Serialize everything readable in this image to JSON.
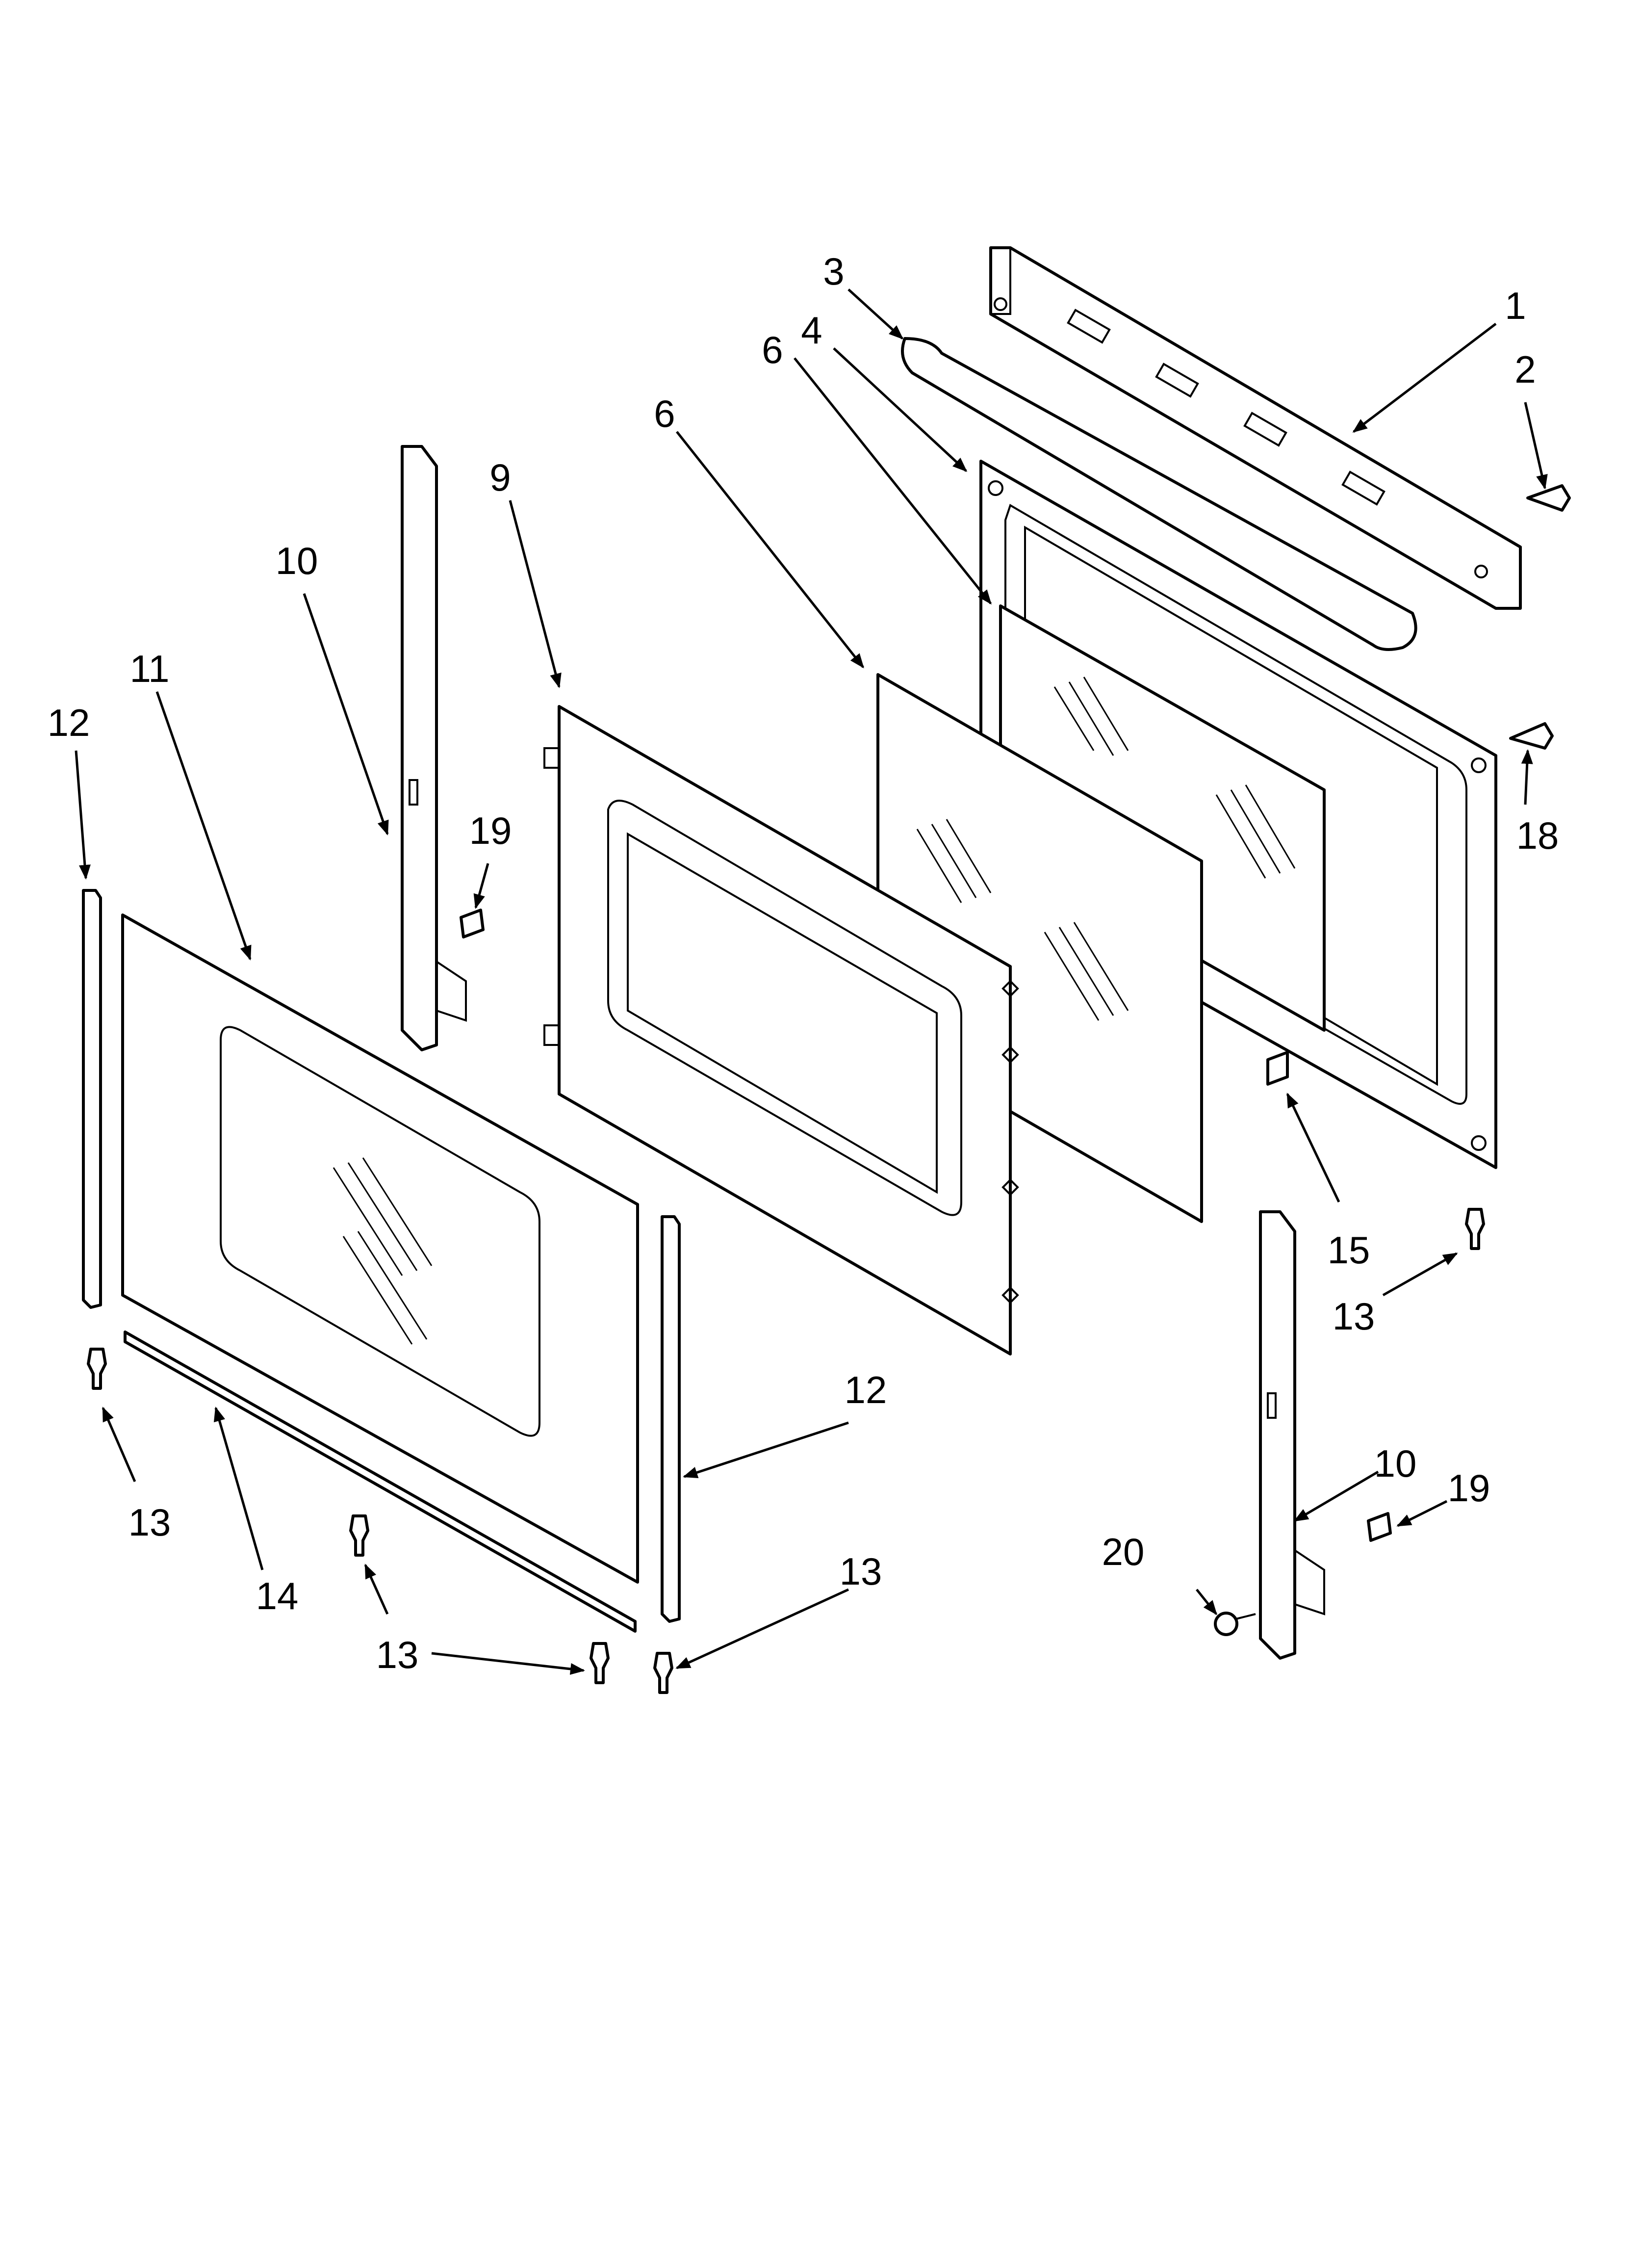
{
  "diagram": {
    "callouts": [
      {
        "id": "c1",
        "label": "1"
      },
      {
        "id": "c2",
        "label": "2"
      },
      {
        "id": "c3",
        "label": "3"
      },
      {
        "id": "c4",
        "label": "4"
      },
      {
        "id": "c6a",
        "label": "6"
      },
      {
        "id": "c6b",
        "label": "6"
      },
      {
        "id": "c9",
        "label": "9"
      },
      {
        "id": "c10a",
        "label": "10"
      },
      {
        "id": "c11",
        "label": "11"
      },
      {
        "id": "c12a",
        "label": "12"
      },
      {
        "id": "c19a",
        "label": "19"
      },
      {
        "id": "c18",
        "label": "18"
      },
      {
        "id": "c15",
        "label": "15"
      },
      {
        "id": "c13a",
        "label": "13"
      },
      {
        "id": "c12b",
        "label": "12"
      },
      {
        "id": "c10b",
        "label": "10"
      },
      {
        "id": "c19b",
        "label": "19"
      },
      {
        "id": "c13b",
        "label": "13"
      },
      {
        "id": "c14",
        "label": "14"
      },
      {
        "id": "c13c",
        "label": "13"
      },
      {
        "id": "c13d",
        "label": "13"
      },
      {
        "id": "c20",
        "label": "20"
      }
    ]
  }
}
